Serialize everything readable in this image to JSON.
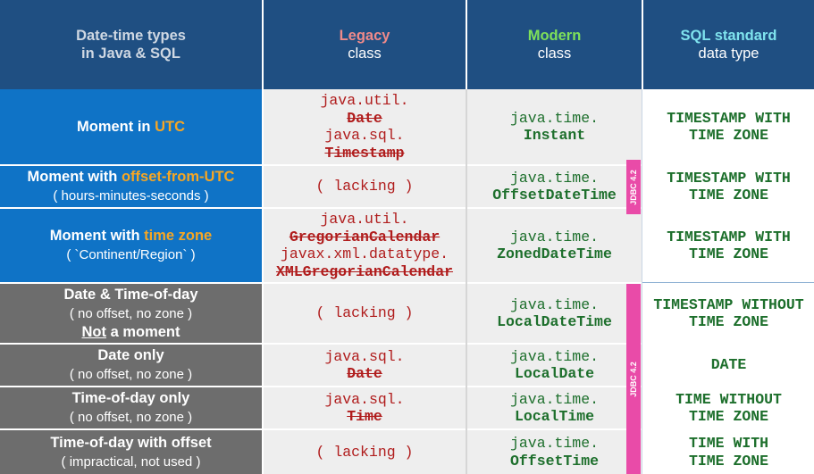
{
  "header": {
    "desc_line1": "Date-time types",
    "desc_line2": "in Java & SQL",
    "legacy_title": "Legacy",
    "legacy_sub": "class",
    "modern_title": "Modern",
    "modern_sub": "class",
    "sql_title": "SQL standard",
    "sql_sub": "data type"
  },
  "rows": [
    {
      "label_a": "Moment in ",
      "label_hl": "UTC",
      "legacy": [
        "java.util.",
        "Date",
        "java.sql.",
        "Timestamp"
      ],
      "modern": [
        "java.time.",
        "Instant"
      ],
      "sql": [
        "TIMESTAMP WITH",
        "TIME ZONE"
      ]
    },
    {
      "label_a": "Moment with ",
      "label_hl": "offset-from-UTC",
      "sub": "( hours-minutes-seconds )",
      "legacy": "( lacking )",
      "modern": [
        "java.time.",
        "OffsetDateTime"
      ],
      "sql": [
        "TIMESTAMP WITH",
        "TIME ZONE"
      ]
    },
    {
      "label_a": "Moment with ",
      "label_hl": "time zone",
      "sub": "( `Continent/Region` )",
      "legacy": [
        "java.util.",
        "GregorianCalendar",
        "javax.xml.datatype.",
        "XMLGregorianCalendar"
      ],
      "modern": [
        "java.time.",
        "ZonedDateTime"
      ],
      "sql": [
        "TIMESTAMP WITH",
        "TIME ZONE"
      ]
    },
    {
      "label": "Date & Time-of-day",
      "sub": "( no offset, no zone )",
      "not_word": "Not",
      "not_rest": " a moment",
      "legacy": "( lacking )",
      "modern": [
        "java.time.",
        "LocalDateTime"
      ],
      "sql": [
        "TIMESTAMP WITHOUT",
        "TIME ZONE"
      ]
    },
    {
      "label": "Date only",
      "sub": "( no offset, no zone )",
      "legacy": [
        "java.sql.",
        "Date"
      ],
      "modern": [
        "java.time.",
        "LocalDate"
      ],
      "sql": [
        "DATE"
      ]
    },
    {
      "label": "Time-of-day only",
      "sub": "( no offset, no zone )",
      "legacy": [
        "java.sql.",
        "Time"
      ],
      "modern": [
        "java.time.",
        "LocalTime"
      ],
      "sql": [
        "TIME WITHOUT",
        "TIME ZONE"
      ]
    },
    {
      "label": "Time-of-day with offset",
      "sub": "( impractical, not used )",
      "legacy": "( lacking )",
      "modern": [
        "java.time.",
        "OffsetTime"
      ],
      "sql": [
        "TIME WITH",
        "TIME ZONE"
      ]
    }
  ],
  "jdbc_label": "JDBC 4.2",
  "colors": {
    "header_bg": "#1f4f82",
    "moment_label_bg": "#0f73c6",
    "non_moment_label_bg": "#6d6d6d",
    "legacy_text": "#b01c1c",
    "modern_text": "#1d6f2c",
    "highlight": "#f6a623",
    "jdbc_badge": "#e94ba8"
  }
}
